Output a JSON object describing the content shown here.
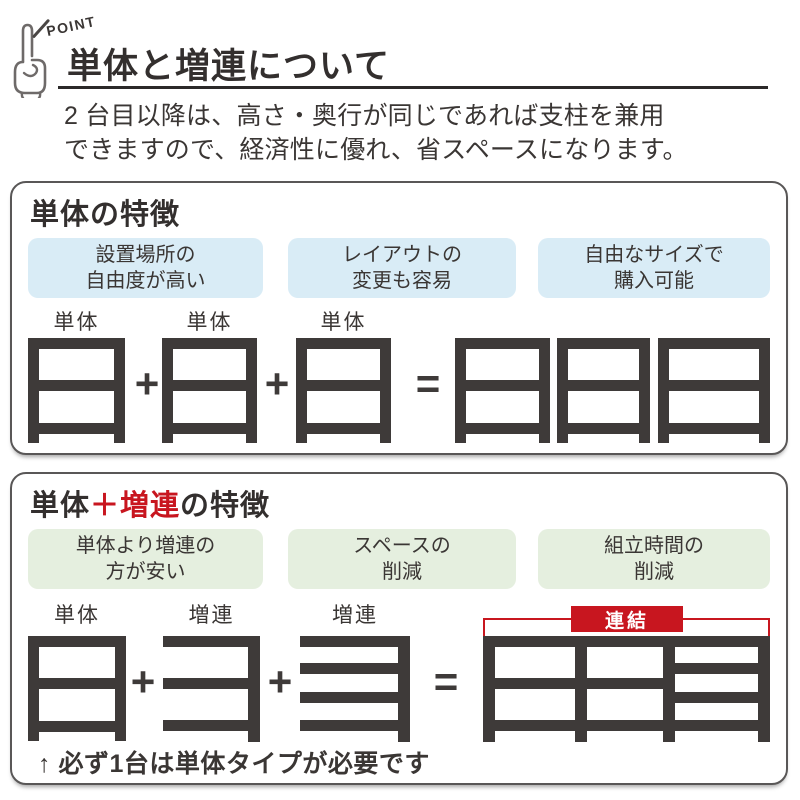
{
  "colors": {
    "accent_red": "#c8161f",
    "pill_blue": "#d9ecf6",
    "pill_green": "#e5efdf",
    "frame_dark": "#3e3a39"
  },
  "header": {
    "point_label": "POINT",
    "title": "単体と増連について",
    "description": [
      "2 台目以降は、高さ・奥行が同じであれば支柱を兼用",
      "できますので、経済性に優れ、省スペースになります。"
    ]
  },
  "panel1": {
    "title": "単体の特徴",
    "pills": [
      [
        "設置場所の",
        "自由度が高い"
      ],
      [
        "レイアウトの",
        "変更も容易"
      ],
      [
        "自由なサイズで",
        "購入可能"
      ]
    ],
    "unit_labels": [
      "単体",
      "単体",
      "単体"
    ],
    "plus": "+",
    "equals": "="
  },
  "panel2": {
    "title_black1": "単体",
    "title_red": "＋増連",
    "title_black2": "の特徴",
    "pills": [
      [
        "単体より増連の",
        "方が安い"
      ],
      [
        "スペースの",
        "削減"
      ],
      [
        "組立時間の",
        "削減"
      ]
    ],
    "unit_labels": [
      "単体",
      "増連",
      "増連"
    ],
    "plus": "+",
    "equals": "=",
    "link_badge": "連結",
    "note": "↑ 必ず1台は単体タイプが必要です"
  }
}
